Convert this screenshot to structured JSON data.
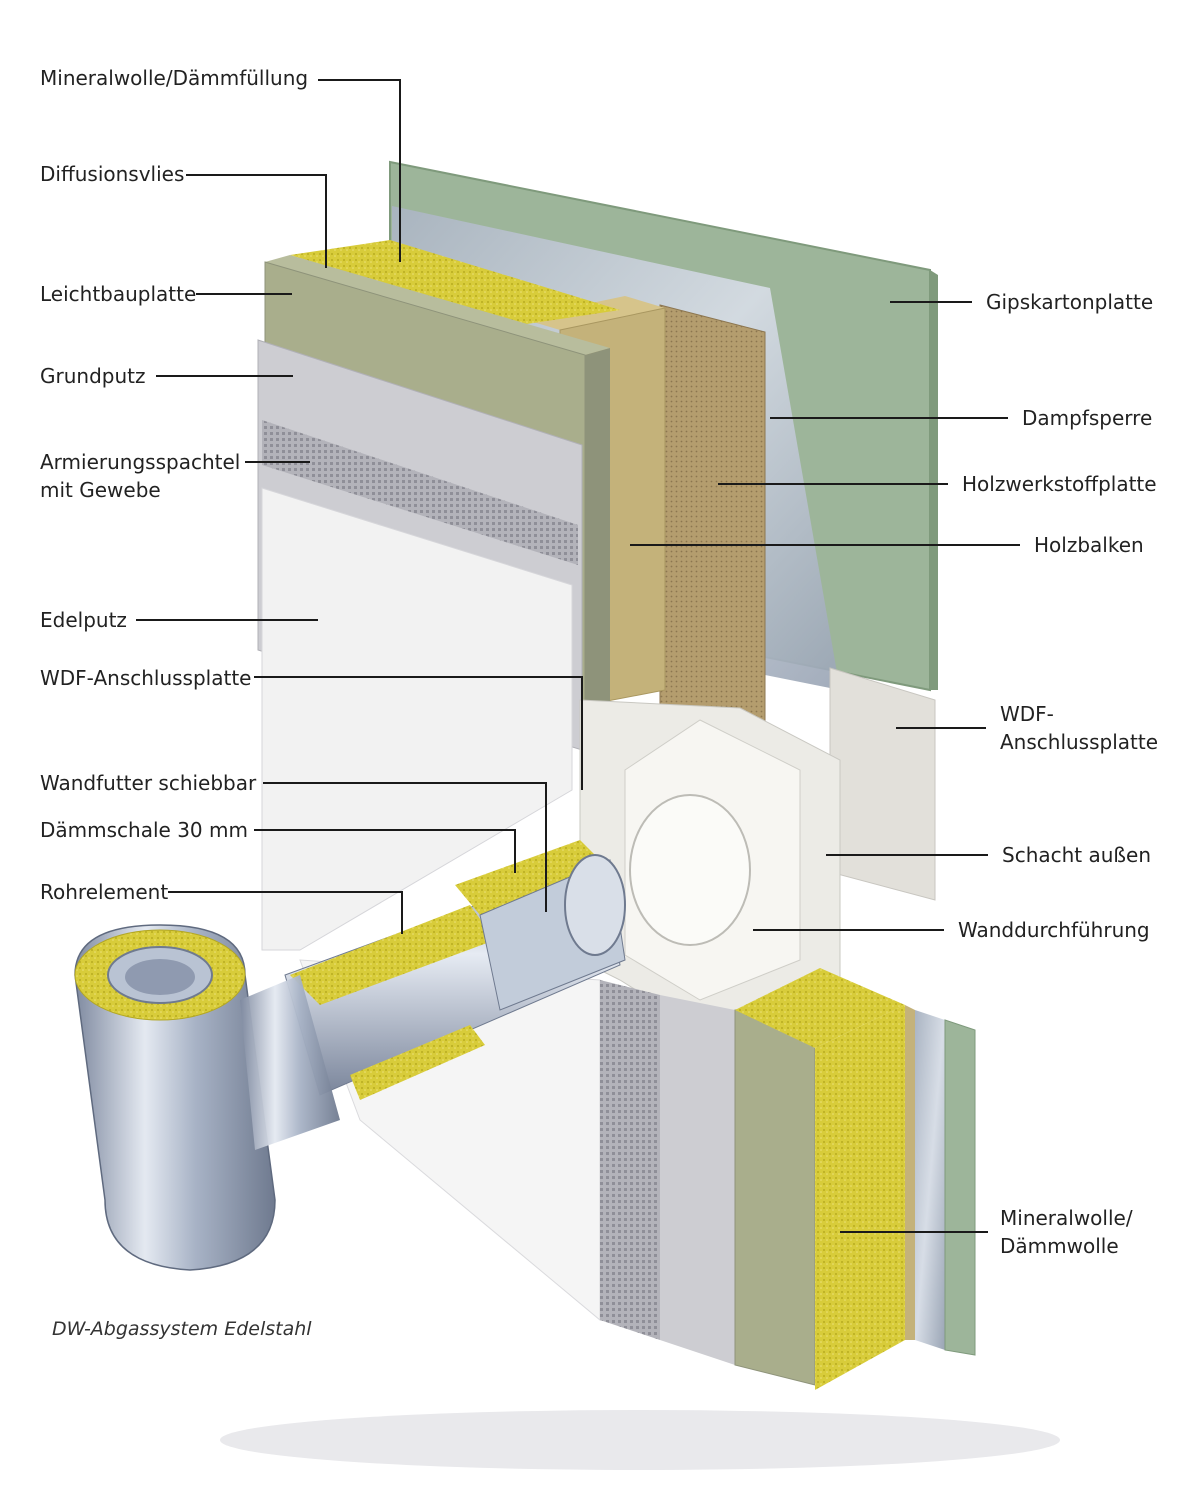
{
  "caption": "DW-Abgassystem Edelstahl",
  "labels_left": {
    "mineralwolle_daemmfuellung": "Mineralwolle/Dämmfüllung",
    "diffusionsvlies": "Diffusionsvlies",
    "leichtbauplatte": "Leichtbauplatte",
    "grundputz": "Grundputz",
    "armierungsspachtel_line1": "Armierungsspachtel",
    "armierungsspachtel_line2": "mit Gewebe",
    "edelputz": "Edelputz",
    "wdf_anschlussplatte": "WDF-Anschlussplatte",
    "wandfutter": "Wandfutter schiebbar",
    "daemmschale": "Dämmschale 30 mm",
    "rohrelement": "Rohrelement"
  },
  "labels_right": {
    "gipskartonplatte": "Gipskartonplatte",
    "dampfsperre": "Dampfsperre",
    "holzwerkstoffplatte": "Holzwerkstoffplatte",
    "holzbalken": "Holzbalken",
    "wdf_anschlussplatte_line1": "WDF-",
    "wdf_anschlussplatte_line2": "Anschlussplatte",
    "schacht_aussen": "Schacht außen",
    "wanddurchfuehrung": "Wanddurchführung",
    "mineralwolle_daemmwolle_line1": "Mineralwolle/",
    "mineralwolle_daemmwolle_line2": "Dämmwolle"
  },
  "colors": {
    "insulation_yellow": "#d8cc3a",
    "lightbuild_green": "#a9ae8c",
    "gypsum_green": "#9db59a",
    "wood": "#c4b27a",
    "osb": "#b49d6e",
    "render_white": "#f2f2f2",
    "basecoat_grey": "#cdcdd2",
    "mesh_grey": "#a7a7ae",
    "steel": "#b9c3d3",
    "leader_line": "#1a1a1a"
  }
}
